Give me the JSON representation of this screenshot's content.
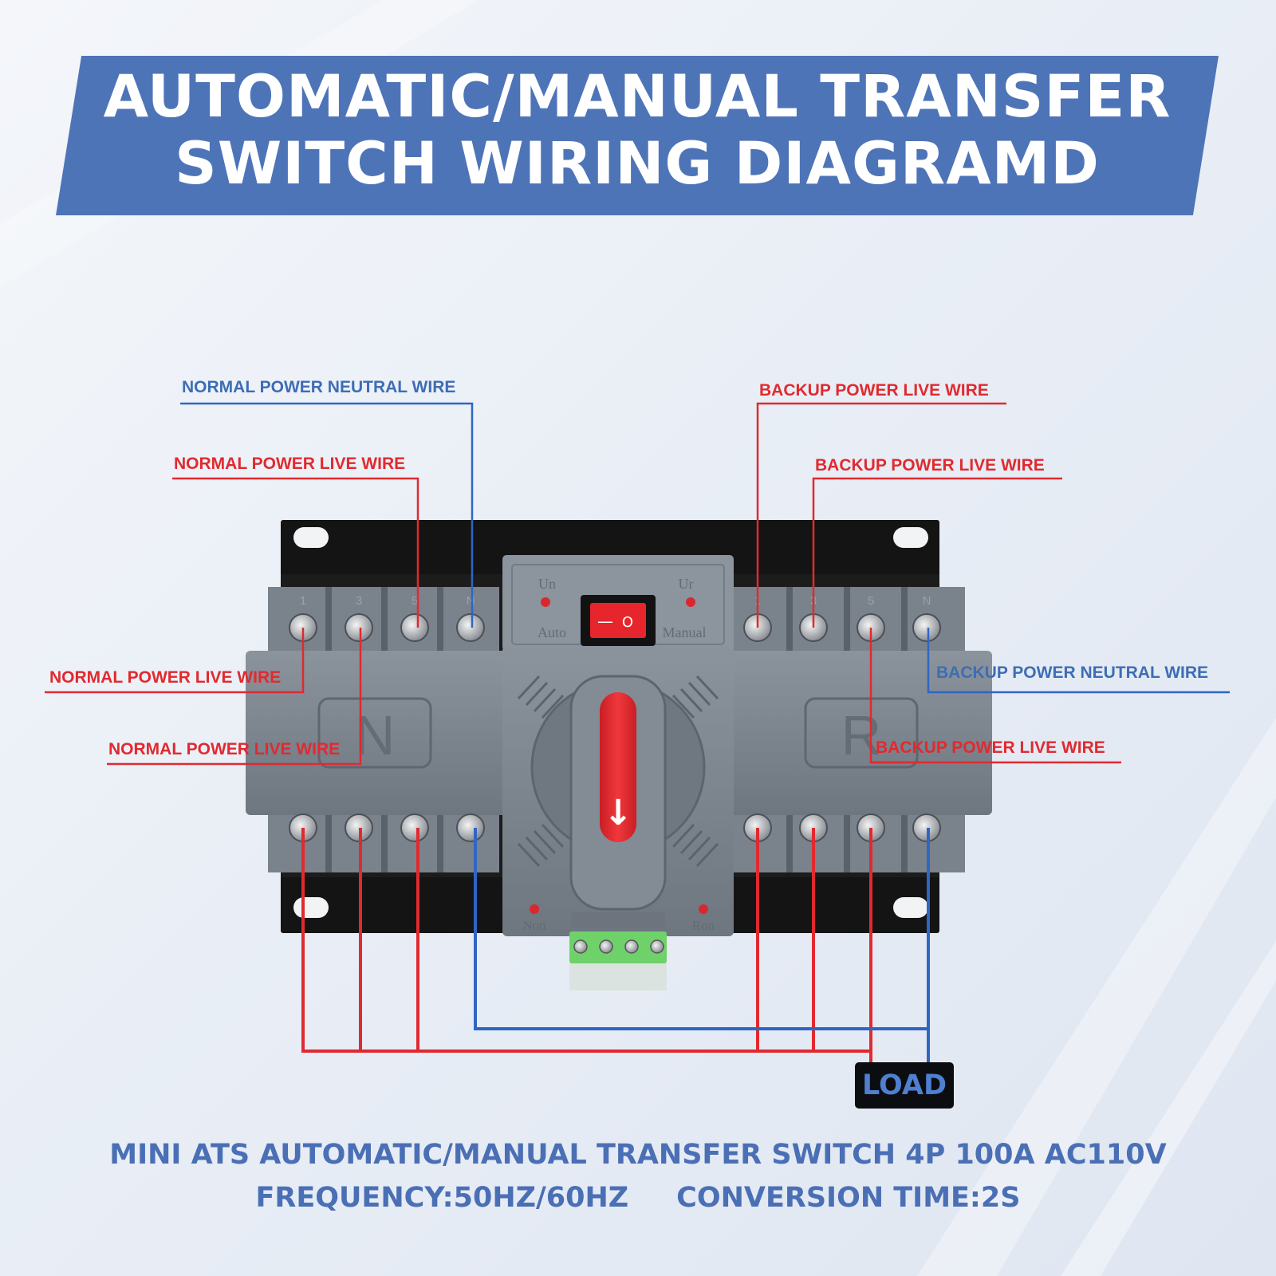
{
  "title": {
    "line1": "AUTOMATIC/MANUAL TRANSFER",
    "line2": "SWITCH WIRING DIAGRAMD"
  },
  "labels": {
    "normal_neutral_top": "NORMAL POWER NEUTRAL WIRE",
    "normal_live_top": "NORMAL POWER LIVE WIRE",
    "normal_live_mid": "NORMAL POWER LIVE WIRE",
    "normal_live_low": "NORMAL POWER LIVE WIRE",
    "backup_live_top": "BACKUP POWER LIVE WIRE",
    "backup_live_second": "BACKUP POWER LIVE WIRE",
    "backup_neutral": "BACKUP POWER NEUTRAL WIRE",
    "backup_live_low": "BACKUP POWER LIVE WIRE"
  },
  "device": {
    "left_section_letter": "N",
    "right_section_letter": "R",
    "left_terminal_marks": [
      "1",
      "3",
      "5",
      "N"
    ],
    "right_terminal_marks": [
      "1",
      "3",
      "5",
      "N"
    ],
    "indicator_un": "Un",
    "indicator_ur": "Ur",
    "mode_auto": "Auto",
    "mode_manual": "Manual",
    "rocker_off": "—",
    "rocker_on": "O",
    "status_non": "Non",
    "status_ron": "Ron",
    "handle_arrow": "↓"
  },
  "load_label": "LOAD",
  "footer": {
    "line1": "MINI ATS AUTOMATIC/MANUAL TRANSFER SWITCH 4P 100A AC110V",
    "frequency": "FREQUENCY:50HZ/60HZ",
    "conversion": "CONVERSION TIME:2S"
  },
  "colors": {
    "live_wire": "#e02a2f",
    "neutral_wire": "#2f66c4",
    "banner": "#4e74b8",
    "housing": "#7d8590",
    "bracket": "#141414",
    "terminal_block": "#6fd16a"
  }
}
